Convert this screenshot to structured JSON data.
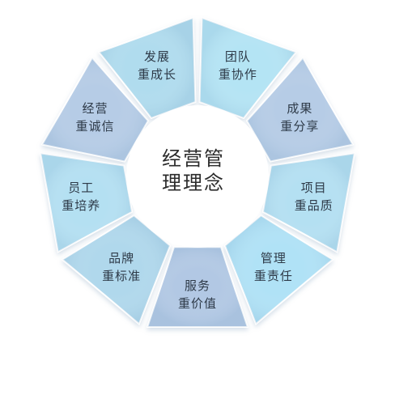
{
  "center": {
    "line1": "经营管",
    "line2": "理理念"
  },
  "segments": [
    {
      "line1": "团队",
      "line2": "重协作",
      "color": "#b4e4f4"
    },
    {
      "line1": "成果",
      "line2": "重分享",
      "color": "#b6cce6"
    },
    {
      "line1": "项目",
      "line2": "重品质",
      "color": "#b4e0f2"
    },
    {
      "line1": "管理",
      "line2": "重责任",
      "color": "#b0e2f6"
    },
    {
      "line1": "服务",
      "line2": "重价值",
      "color": "#b2c8e4"
    },
    {
      "line1": "品牌",
      "line2": "重标准",
      "color": "#b0d8ec"
    },
    {
      "line1": "员工",
      "line2": "重培养",
      "color": "#b4e0f2"
    },
    {
      "line1": "经营",
      "line2": "重诚信",
      "color": "#b6cce6"
    },
    {
      "line1": "发展",
      "line2": "重成长",
      "color": "#b0dcee"
    }
  ]
}
